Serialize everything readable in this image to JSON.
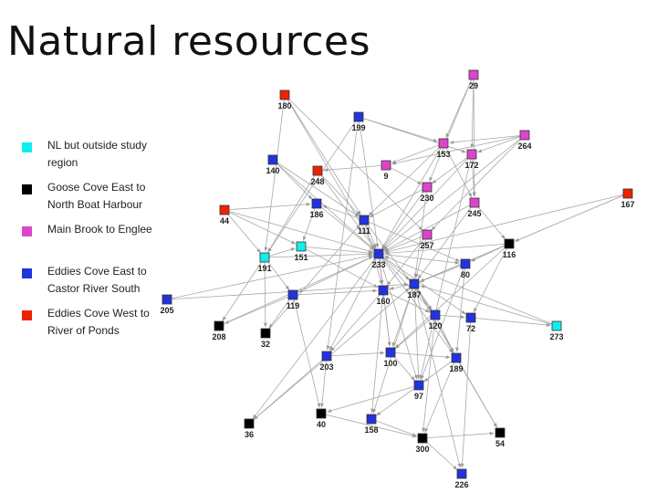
{
  "title": "Natural resources",
  "legend": [
    {
      "label": "NL but outside study region",
      "color": "#11eeee"
    },
    {
      "label": "Goose Cove East to North Boat Harbour",
      "color": "#000000"
    },
    {
      "label": "Main Brook to Englee",
      "color": "#dd44cc"
    },
    {
      "label": "Eddies Cove East to Castor River South",
      "color": "#2233dd"
    },
    {
      "label": "Eddies Cove West to River of Ponds",
      "color": "#ee2200"
    }
  ],
  "group_colors": {
    "outside": "#11eeee",
    "goose": "#000000",
    "main": "#dd44cc",
    "eddies_east": "#2233dd",
    "eddies_west": "#ee2200"
  },
  "nodes": [
    {
      "id": "180",
      "group": "eddies_west"
    },
    {
      "id": "29",
      "group": "main"
    },
    {
      "id": "199",
      "group": "eddies_east"
    },
    {
      "id": "264",
      "group": "main"
    },
    {
      "id": "153",
      "group": "main"
    },
    {
      "id": "172",
      "group": "main"
    },
    {
      "id": "140",
      "group": "eddies_east"
    },
    {
      "id": "9",
      "group": "main"
    },
    {
      "id": "248",
      "group": "eddies_west"
    },
    {
      "id": "230",
      "group": "main"
    },
    {
      "id": "167",
      "group": "eddies_west"
    },
    {
      "id": "44",
      "group": "eddies_west"
    },
    {
      "id": "186",
      "group": "eddies_east"
    },
    {
      "id": "245",
      "group": "main"
    },
    {
      "id": "111",
      "group": "eddies_east"
    },
    {
      "id": "257",
      "group": "main"
    },
    {
      "id": "116",
      "group": "goose"
    },
    {
      "id": "191",
      "group": "outside"
    },
    {
      "id": "151",
      "group": "outside"
    },
    {
      "id": "233",
      "group": "eddies_east"
    },
    {
      "id": "80",
      "group": "eddies_east"
    },
    {
      "id": "187",
      "group": "eddies_east"
    },
    {
      "id": "205",
      "group": "eddies_east"
    },
    {
      "id": "119",
      "group": "eddies_east"
    },
    {
      "id": "160",
      "group": "eddies_east"
    },
    {
      "id": "120",
      "group": "eddies_east"
    },
    {
      "id": "72",
      "group": "eddies_east"
    },
    {
      "id": "273",
      "group": "outside"
    },
    {
      "id": "208",
      "group": "goose"
    },
    {
      "id": "32",
      "group": "goose"
    },
    {
      "id": "203",
      "group": "eddies_east"
    },
    {
      "id": "100",
      "group": "eddies_east"
    },
    {
      "id": "189",
      "group": "eddies_east"
    },
    {
      "id": "97",
      "group": "eddies_east"
    },
    {
      "id": "36",
      "group": "goose"
    },
    {
      "id": "40",
      "group": "goose"
    },
    {
      "id": "158",
      "group": "eddies_east"
    },
    {
      "id": "300",
      "group": "goose"
    },
    {
      "id": "54",
      "group": "goose"
    },
    {
      "id": "226",
      "group": "eddies_east"
    }
  ],
  "edges": [
    [
      "180",
      "233"
    ],
    [
      "180",
      "111"
    ],
    [
      "180",
      "257"
    ],
    [
      "180",
      "191"
    ],
    [
      "29",
      "153"
    ],
    [
      "29",
      "230"
    ],
    [
      "29",
      "245"
    ],
    [
      "29",
      "172"
    ],
    [
      "199",
      "172"
    ],
    [
      "199",
      "153"
    ],
    [
      "199",
      "191"
    ],
    [
      "199",
      "233"
    ],
    [
      "199",
      "203"
    ],
    [
      "264",
      "9"
    ],
    [
      "264",
      "153"
    ],
    [
      "264",
      "233"
    ],
    [
      "264",
      "257"
    ],
    [
      "264",
      "172"
    ],
    [
      "153",
      "233"
    ],
    [
      "153",
      "9"
    ],
    [
      "153",
      "111"
    ],
    [
      "153",
      "245"
    ],
    [
      "172",
      "233"
    ],
    [
      "172",
      "230"
    ],
    [
      "172",
      "97"
    ],
    [
      "172",
      "245"
    ],
    [
      "140",
      "233"
    ],
    [
      "140",
      "111"
    ],
    [
      "140",
      "186"
    ],
    [
      "9",
      "230"
    ],
    [
      "9",
      "248"
    ],
    [
      "248",
      "233"
    ],
    [
      "248",
      "191"
    ],
    [
      "248",
      "111"
    ],
    [
      "230",
      "233"
    ],
    [
      "230",
      "187"
    ],
    [
      "230",
      "111"
    ],
    [
      "167",
      "233"
    ],
    [
      "167",
      "187"
    ],
    [
      "167",
      "116"
    ],
    [
      "44",
      "233"
    ],
    [
      "44",
      "151"
    ],
    [
      "44",
      "191"
    ],
    [
      "44",
      "186"
    ],
    [
      "186",
      "233"
    ],
    [
      "186",
      "151"
    ],
    [
      "245",
      "233"
    ],
    [
      "245",
      "116"
    ],
    [
      "245",
      "187"
    ],
    [
      "111",
      "233"
    ],
    [
      "111",
      "186"
    ],
    [
      "111",
      "160"
    ],
    [
      "111",
      "120"
    ],
    [
      "111",
      "80"
    ],
    [
      "257",
      "233"
    ],
    [
      "257",
      "187"
    ],
    [
      "257",
      "160"
    ],
    [
      "116",
      "233"
    ],
    [
      "116",
      "187"
    ],
    [
      "116",
      "80"
    ],
    [
      "116",
      "100"
    ],
    [
      "116",
      "72"
    ],
    [
      "191",
      "233"
    ],
    [
      "191",
      "151"
    ],
    [
      "191",
      "119"
    ],
    [
      "191",
      "208"
    ],
    [
      "191",
      "32"
    ],
    [
      "151",
      "233"
    ],
    [
      "151",
      "160"
    ],
    [
      "233",
      "187"
    ],
    [
      "233",
      "80"
    ],
    [
      "233",
      "119"
    ],
    [
      "233",
      "160"
    ],
    [
      "233",
      "120"
    ],
    [
      "233",
      "189"
    ],
    [
      "233",
      "97"
    ],
    [
      "233",
      "100"
    ],
    [
      "233",
      "203"
    ],
    [
      "233",
      "36"
    ],
    [
      "233",
      "72"
    ],
    [
      "80",
      "187"
    ],
    [
      "80",
      "189"
    ],
    [
      "80",
      "97"
    ],
    [
      "187",
      "160"
    ],
    [
      "187",
      "120"
    ],
    [
      "187",
      "100"
    ],
    [
      "187",
      "189"
    ],
    [
      "187",
      "97"
    ],
    [
      "187",
      "158"
    ],
    [
      "187",
      "54"
    ],
    [
      "187",
      "226"
    ],
    [
      "205",
      "233"
    ],
    [
      "205",
      "187"
    ],
    [
      "119",
      "160"
    ],
    [
      "119",
      "208"
    ],
    [
      "119",
      "40"
    ],
    [
      "119",
      "32"
    ],
    [
      "160",
      "120"
    ],
    [
      "160",
      "203"
    ],
    [
      "160",
      "100"
    ],
    [
      "160",
      "158"
    ],
    [
      "120",
      "72"
    ],
    [
      "120",
      "189"
    ],
    [
      "120",
      "100"
    ],
    [
      "120",
      "300"
    ],
    [
      "72",
      "273"
    ],
    [
      "72",
      "226"
    ],
    [
      "273",
      "187"
    ],
    [
      "273",
      "233"
    ],
    [
      "203",
      "100"
    ],
    [
      "203",
      "36"
    ],
    [
      "203",
      "40"
    ],
    [
      "100",
      "97"
    ],
    [
      "100",
      "189"
    ],
    [
      "189",
      "54"
    ],
    [
      "189",
      "300"
    ],
    [
      "189",
      "97"
    ],
    [
      "97",
      "158"
    ],
    [
      "97",
      "40"
    ],
    [
      "40",
      "300"
    ],
    [
      "158",
      "300"
    ],
    [
      "300",
      "54"
    ],
    [
      "300",
      "226"
    ],
    [
      "36",
      "187"
    ],
    [
      "32",
      "111"
    ],
    [
      "208",
      "233"
    ]
  ]
}
